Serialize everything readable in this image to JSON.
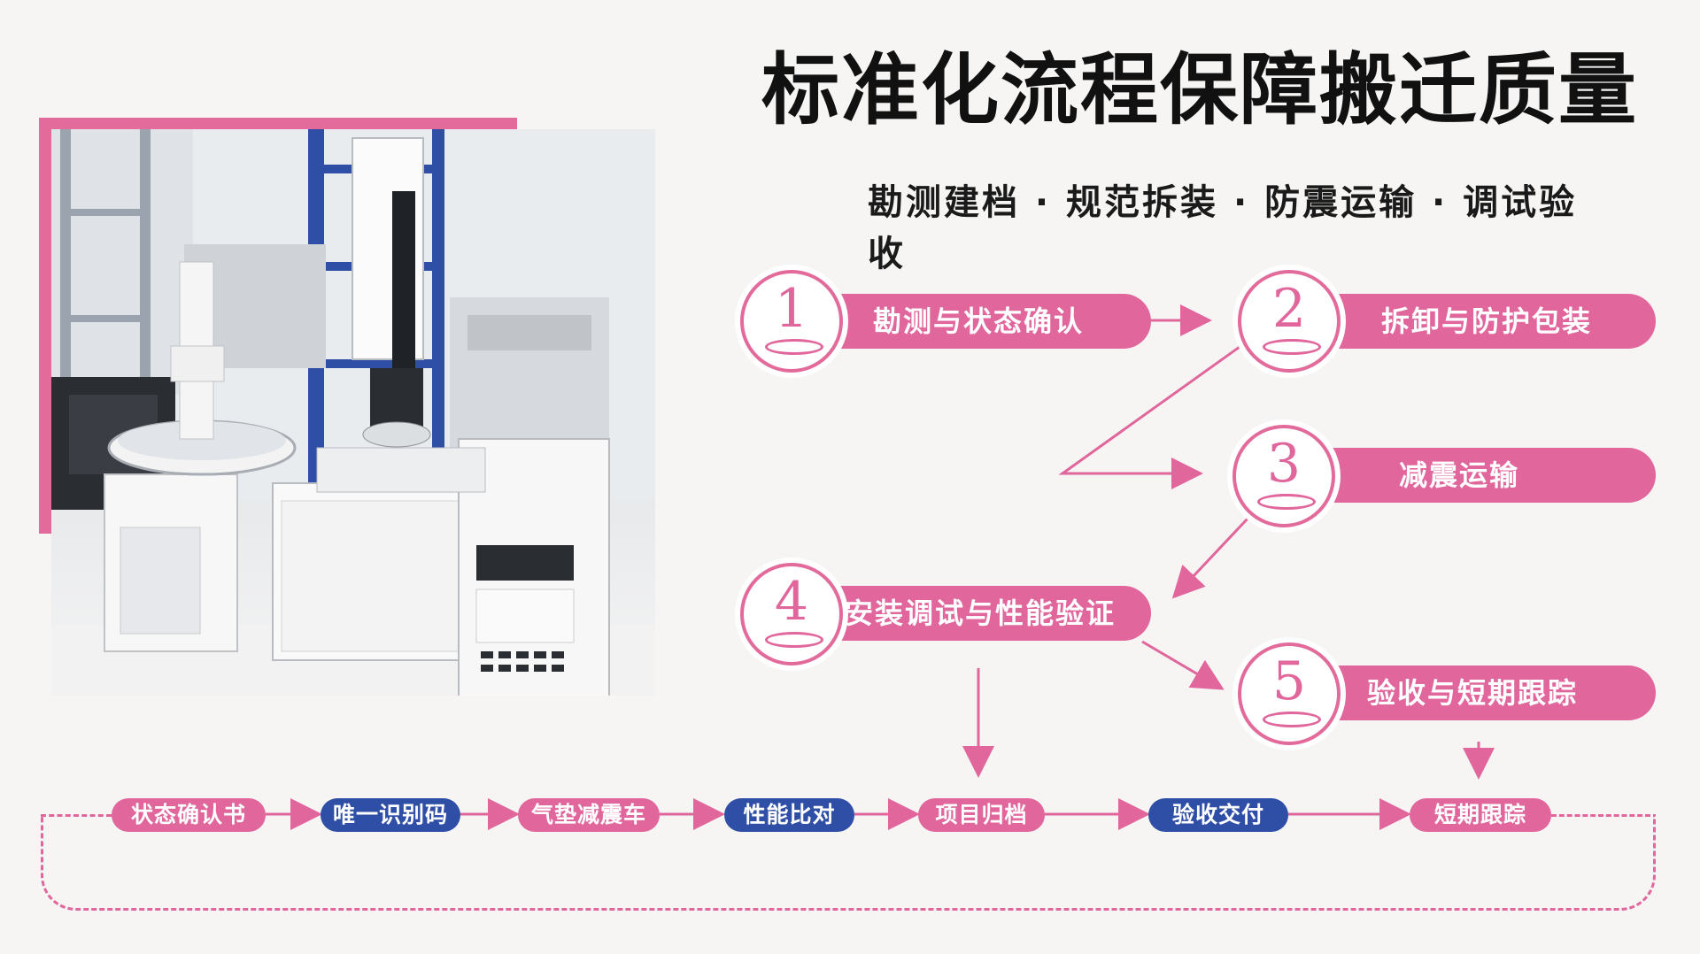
{
  "title": "标准化流程保障搬迁质量",
  "subtitle": "勘测建档 · 规范拆装 · 防震运输 · 调试验收",
  "colors": {
    "accent_pink": "#e0669c",
    "accent_blue": "#2f4fa6",
    "text_dark": "#111111"
  },
  "steps": [
    {
      "num": "1",
      "label": "勘测与状态确认"
    },
    {
      "num": "2",
      "label": "拆卸与防护包装"
    },
    {
      "num": "3",
      "label": "减震运输"
    },
    {
      "num": "4",
      "label": "安装调试与性能验证"
    },
    {
      "num": "5",
      "label": "验收与短期跟踪"
    }
  ],
  "deliverables": [
    {
      "label": "状态确认书",
      "color": "pink"
    },
    {
      "label": "唯一识别码",
      "color": "blue"
    },
    {
      "label": "气垫减震车",
      "color": "pink"
    },
    {
      "label": "性能比对",
      "color": "blue"
    },
    {
      "label": "项目归档",
      "color": "pink"
    },
    {
      "label": "验收交付",
      "color": "blue"
    },
    {
      "label": "短期跟踪",
      "color": "pink"
    }
  ],
  "photo": {
    "icon": "gas-chromatograph-illustration"
  }
}
